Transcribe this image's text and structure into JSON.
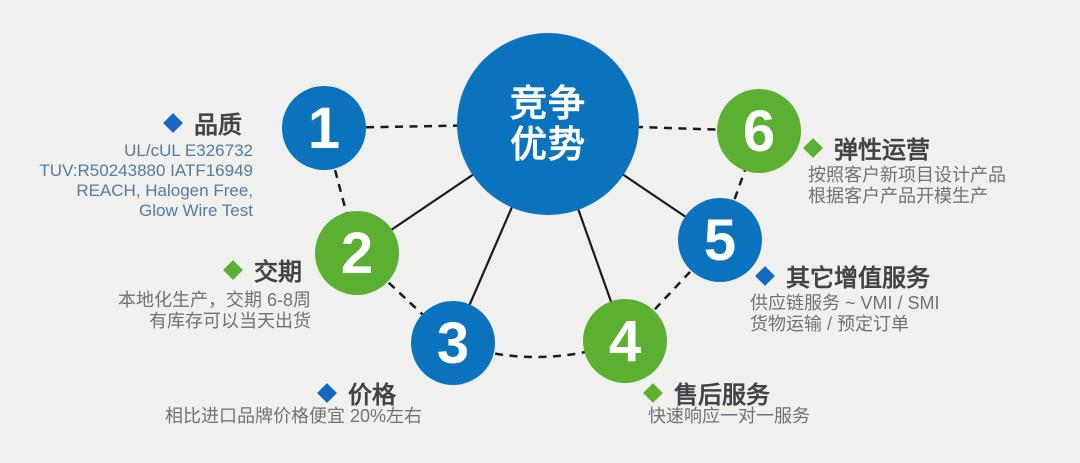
{
  "center": {
    "line1": "竞争",
    "line2": "优势"
  },
  "nodes": [
    {
      "number": "1",
      "label": "品质",
      "color": "#0b72bd",
      "desc": [
        "UL/cUL E326732",
        "TUV:R50243880 IATF16949",
        "REACH, Halogen Free,",
        "Glow Wire Test"
      ]
    },
    {
      "number": "2",
      "label": "交期",
      "color": "#5cb031",
      "desc": [
        "本地化生产，交期 6-8周",
        "有库存可以当天出货"
      ]
    },
    {
      "number": "3",
      "label": "价格",
      "color": "#0b72bd",
      "desc": [
        "相比进口品牌价格便宜 20%左右"
      ]
    },
    {
      "number": "4",
      "label": "售后服务",
      "color": "#5cb031",
      "desc": [
        "快速响应一对一服务"
      ]
    },
    {
      "number": "5",
      "label": "其它增值服务",
      "color": "#0b72bd",
      "desc": [
        "供应链服务 ~ VMI / SMI",
        "货物运输 / 预定订单"
      ]
    },
    {
      "number": "6",
      "label": "弹性运营",
      "color": "#5cb031",
      "desc": [
        "按照客户新项目设计产品",
        "根据客户产品开模生产"
      ]
    }
  ],
  "colors": {
    "blue": "#0b72bd",
    "green": "#5cb031",
    "background": "#f0f0ee",
    "line": "#1b1b1b",
    "heading_text": "#404347",
    "body_text": "#6f7276",
    "body_text_en": "#567a9e"
  }
}
